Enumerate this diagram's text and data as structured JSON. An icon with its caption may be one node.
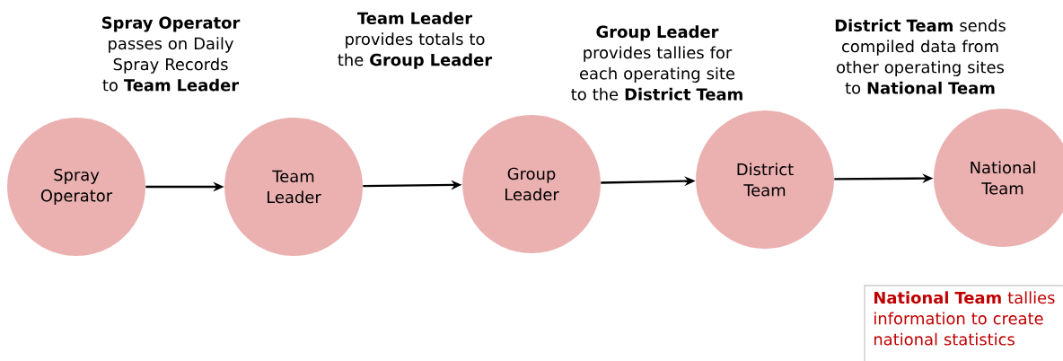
{
  "diagram": {
    "nodes": [
      {
        "text": [
          "Spray Operator"
        ]
      },
      {
        "text": [
          "Team Leader"
        ]
      },
      {
        "text": [
          "Group Leader"
        ]
      },
      {
        "text": [
          "District Team"
        ]
      },
      {
        "text": [
          "National Team"
        ]
      }
    ],
    "edges": [
      {
        "from": 0,
        "to": 1,
        "arrow": "to"
      },
      {
        "from": 1,
        "to": 2,
        "arrow": "to"
      },
      {
        "from": 2,
        "to": 3,
        "arrow": "to"
      },
      {
        "from": 3,
        "to": 4,
        "arrow": "to"
      }
    ],
    "labels": [
      "**Spray Operator** passes on Daily Spray Records to **Team Leader**",
      "**Team Leader** provides totals to the **Group Leader**",
      "**Group Leader** provides tallies for each operating site to the **District Team**",
      "**District Team** sends compiled data from other operating sites to **National Team**",
      "**National Team** tallies information to create national statistics"
    ]
  }
}
